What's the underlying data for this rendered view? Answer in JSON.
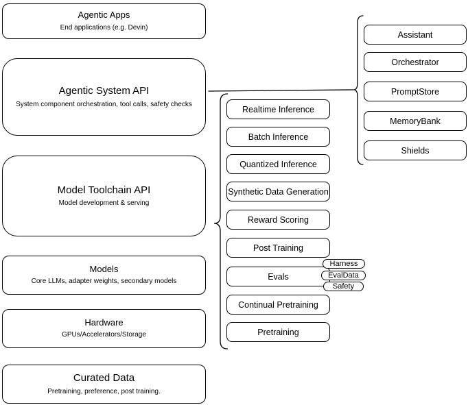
{
  "diagram": {
    "left_stack": [
      {
        "title": "Agentic Apps",
        "subtitle": "End applications (e.g. Devin)"
      },
      {
        "title": "Agentic System API",
        "subtitle": "System component orchestration, tool calls, safety checks"
      },
      {
        "title": "Model Toolchain API",
        "subtitle": "Model development & serving"
      },
      {
        "title": "Models",
        "subtitle": "Core LLMs, adapter weights, secondary models"
      },
      {
        "title": "Hardware",
        "subtitle": "GPUs/Accelerators/Storage"
      },
      {
        "title": "Curated Data",
        "subtitle": "Pretraining, preference, post training."
      }
    ],
    "toolchain_items": [
      "Realtime Inference",
      "Batch Inference",
      "Quantized Inference",
      "Synthetic Data Generation",
      "Reward Scoring",
      "Post Training",
      "Evals",
      "Continual Pretraining",
      "Pretraining"
    ],
    "eval_tags": [
      "Harness",
      "EvalData",
      "Safety"
    ],
    "system_components": [
      "Assistant",
      "Orchestrator",
      "PromptStore",
      "MemoryBank",
      "Shields"
    ],
    "colors": {
      "stroke": "#000000",
      "fill": "#ffffff",
      "background": "#ffffff"
    }
  }
}
